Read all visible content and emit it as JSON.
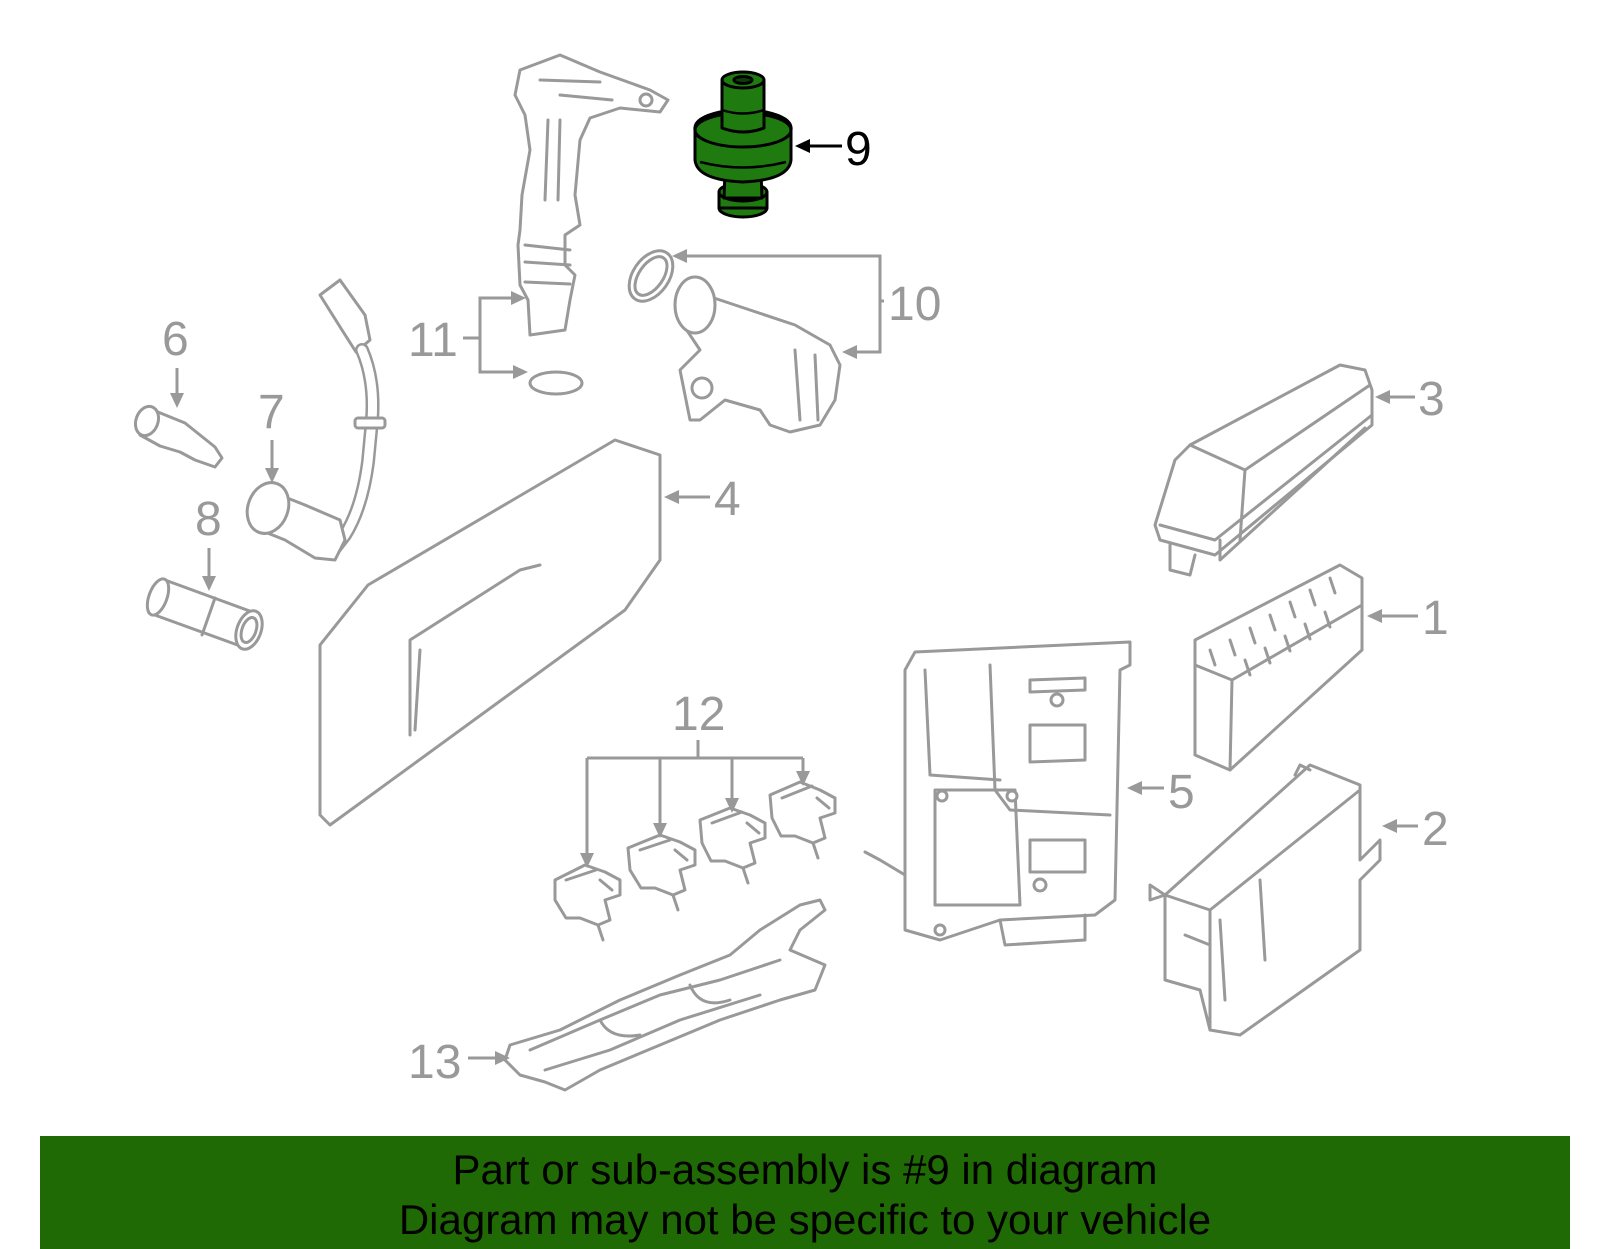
{
  "highlight_color": "#1f6a05",
  "part_color": "#999999",
  "callouts": {
    "c1": "1",
    "c2": "2",
    "c3": "3",
    "c4": "4",
    "c5": "5",
    "c6": "6",
    "c7": "7",
    "c8": "8",
    "c9": "9",
    "c10": "10",
    "c11": "11",
    "c12": "12",
    "c13": "13"
  },
  "highlighted_part": "9",
  "banner": {
    "line1": "Part or sub-assembly is #9 in diagram",
    "line2": "Diagram may not be specific to your vehicle"
  }
}
